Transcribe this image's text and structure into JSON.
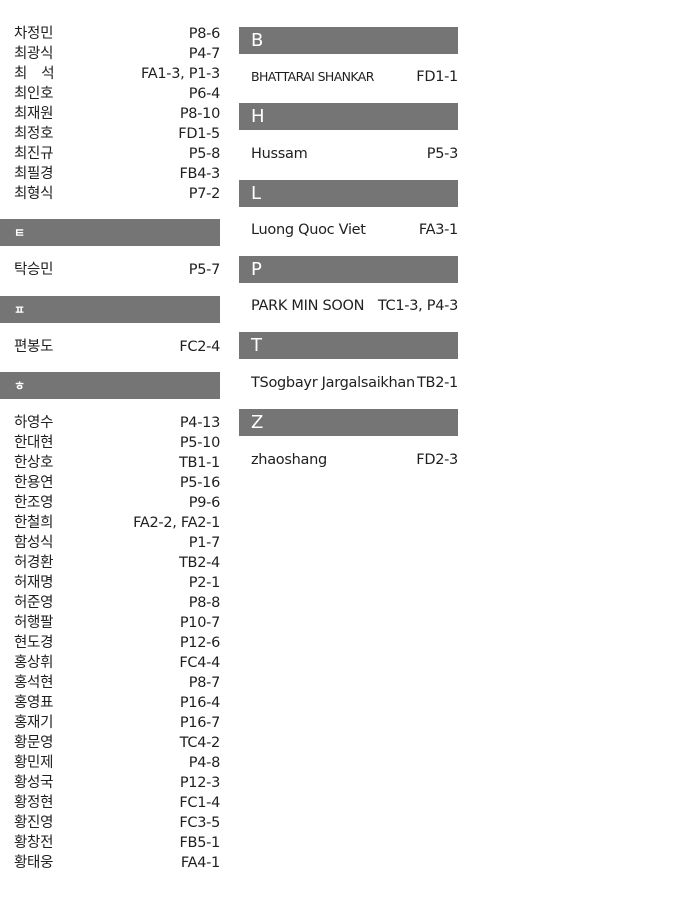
{
  "left": {
    "top_entries": [
      {
        "name": "차정민",
        "code": "P8-6"
      },
      {
        "name": "최광식",
        "code": "P4-7"
      },
      {
        "name": "최　석",
        "code": "FA1-3, P1-3"
      },
      {
        "name": "최인호",
        "code": "P6-4"
      },
      {
        "name": "최재원",
        "code": "P8-10"
      },
      {
        "name": "최정호",
        "code": "FD1-5"
      },
      {
        "name": "최진규",
        "code": "P5-8"
      },
      {
        "name": "최필경",
        "code": "FB4-3"
      },
      {
        "name": "최형식",
        "code": "P7-2"
      }
    ],
    "section_t": {
      "header": "ㅌ",
      "entries": [
        {
          "name": "탁승민",
          "code": "P5-7"
        }
      ]
    },
    "section_p": {
      "header": "ㅍ",
      "entries": [
        {
          "name": "편봉도",
          "code": "FC2-4"
        }
      ]
    },
    "section_h": {
      "header": "ㅎ",
      "entries": [
        {
          "name": "하영수",
          "code": "P4-13"
        },
        {
          "name": "한대현",
          "code": "P5-10"
        },
        {
          "name": "한상호",
          "code": "TB1-1"
        },
        {
          "name": "한용연",
          "code": "P5-16"
        },
        {
          "name": "한조영",
          "code": "P9-6"
        },
        {
          "name": "한철희",
          "code": "FA2-2, FA2-1"
        },
        {
          "name": "함성식",
          "code": "P1-7"
        },
        {
          "name": "허경환",
          "code": "TB2-4"
        },
        {
          "name": "허재명",
          "code": "P2-1"
        },
        {
          "name": "허준영",
          "code": "P8-8"
        },
        {
          "name": "허행팔",
          "code": "P10-7"
        },
        {
          "name": "현도경",
          "code": "P12-6"
        },
        {
          "name": "홍상휘",
          "code": "FC4-4"
        },
        {
          "name": "홍석현",
          "code": "P8-7"
        },
        {
          "name": "홍영표",
          "code": "P16-4"
        },
        {
          "name": "홍재기",
          "code": "P16-7"
        },
        {
          "name": "황문영",
          "code": "TC4-2"
        },
        {
          "name": "황민제",
          "code": "P4-8"
        },
        {
          "name": "황성국",
          "code": "P12-3"
        },
        {
          "name": "황정현",
          "code": "FC1-4"
        },
        {
          "name": "황진영",
          "code": "FC3-5"
        },
        {
          "name": "황창전",
          "code": "FB5-1"
        },
        {
          "name": "황태웅",
          "code": "FA4-1"
        }
      ]
    }
  },
  "right": {
    "sections": [
      {
        "header": "B",
        "entry": {
          "name": "BHATTARAI SHANKAR",
          "code": "FD1-1"
        }
      },
      {
        "header": "H",
        "entry": {
          "name": "Hussam",
          "code": "P5-3"
        }
      },
      {
        "header": "L",
        "entry": {
          "name": "Luong Quoc Viet",
          "code": "FA3-1"
        }
      },
      {
        "header": "P",
        "entry": {
          "name": "PARK MIN SOON",
          "code": "TC1-3, P4-3"
        }
      },
      {
        "header": "T",
        "entry": {
          "name": "TSogbayr Jargalsaikhan",
          "code": "TB2-1"
        }
      },
      {
        "header": "Z",
        "entry": {
          "name": "zhaoshang",
          "code": "FD2-3"
        }
      }
    ]
  }
}
